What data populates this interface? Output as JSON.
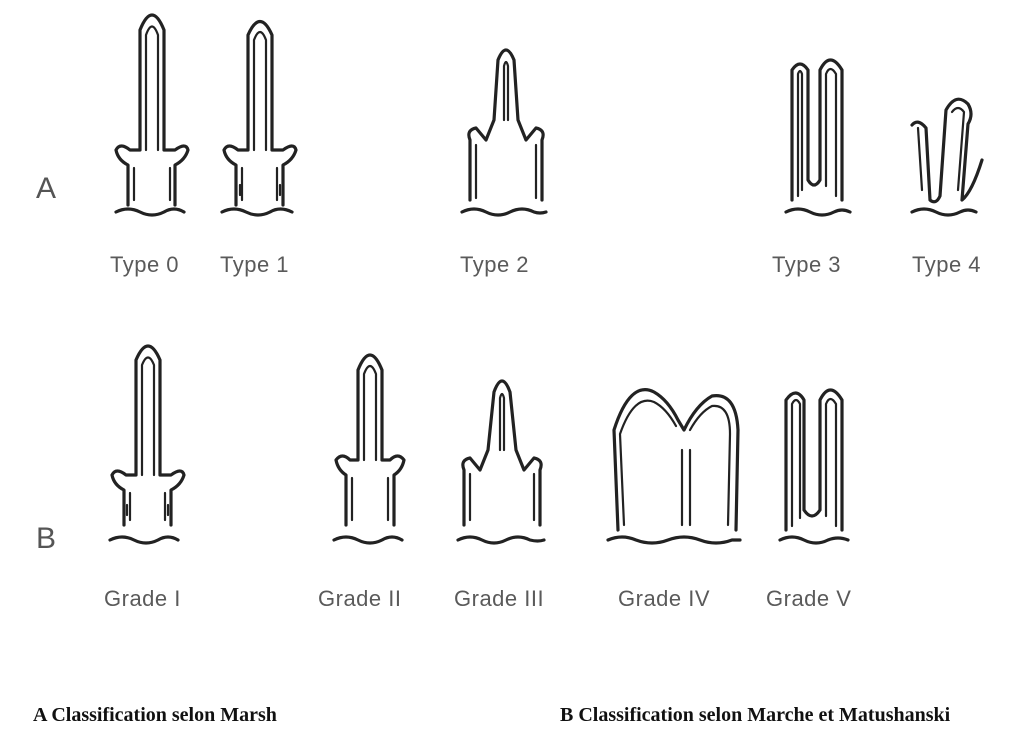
{
  "rows": {
    "a": {
      "letter": "A",
      "items": [
        "Type 0",
        "Type 1",
        "Type 2",
        "Type 3",
        "Type 4"
      ],
      "caption": "A Classification selon Marsh"
    },
    "b": {
      "letter": "B",
      "items": [
        "Grade I",
        "Grade II",
        "Grade III",
        "Grade IV",
        "Grade V"
      ],
      "caption": "B Classification selon Marche et Matushanski"
    }
  },
  "colors": {
    "line": "#222222",
    "label": "#5a5a5a",
    "caption": "#111111"
  }
}
